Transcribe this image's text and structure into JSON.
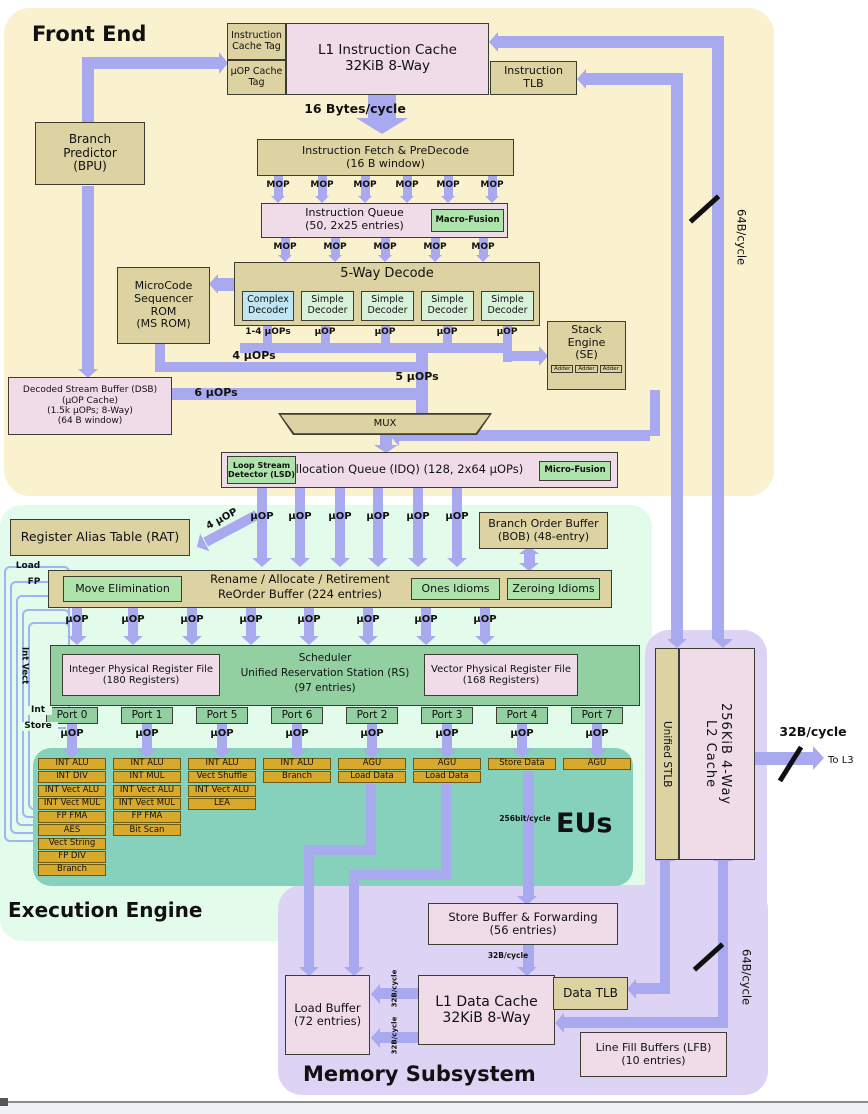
{
  "palette": {
    "front_end_bg": "#FAF1CE",
    "execution_bg": "#E2FBEA",
    "eus_bg": "#85D1BC",
    "memory_bg": "#DDD3F4",
    "tan": "#DCD2A2",
    "pink": "#F0DCE9",
    "green": "#AEE3AC",
    "blue": "#BFE6F2",
    "pale_green": "#D8F2DA",
    "scheduler_green": "#92D0A2",
    "gold": "#D9A92C",
    "arrow": "#A9A9EF"
  },
  "labels": {
    "mop": "MOP",
    "uop": "µOP"
  },
  "front_end": {
    "title": "Front End",
    "icache_tag": [
      "Instruction",
      "Cache Tag"
    ],
    "uop_cache_tag": [
      "µOP Cache",
      "Tag"
    ],
    "l1i": [
      "L1 Instruction Cache",
      "32KiB 8-Way"
    ],
    "itlb": [
      "Instruction",
      "TLB"
    ],
    "bytes16": "16 Bytes/cycle",
    "bpu": [
      "Branch",
      "Predictor",
      "(BPU)"
    ],
    "fetch": [
      "Instruction Fetch & PreDecode",
      "(16 B window)"
    ],
    "iq": [
      "Instruction Queue",
      "(50, 2x25 entries)"
    ],
    "macro_fusion": "Macro-Fusion",
    "decode": "5-Way Decode",
    "complex_decoder": [
      "Complex",
      "Decoder"
    ],
    "simple_decoder": [
      "Simple",
      "Decoder"
    ],
    "uops_1_4": "1-4 µOPs",
    "msrom": [
      "MicroCode",
      "Sequencer",
      "ROM",
      "(MS ROM)"
    ],
    "uops4": "4 µOPs",
    "uops5": "5 µOPs",
    "uops6": "6 µOPs",
    "dsb": [
      "Decoded Stream Buffer (DSB)",
      "(µOP Cache)",
      "(1.5k µOPs; 8-Way)",
      "(64 B window)"
    ],
    "mux": "MUX",
    "stack_engine": [
      "Stack",
      "Engine",
      "(SE)"
    ],
    "adder": "Adder",
    "lsd": [
      "Loop Stream",
      "Detector (LSD)"
    ],
    "idq": "Allocation Queue (IDQ) (128, 2x64 µOPs)",
    "micro_fusion": "Micro-Fusion"
  },
  "execution_engine": {
    "title": "Execution Engine",
    "rat": "Register Alias Table (RAT)",
    "uop4_diag": "4 µOP",
    "bob": [
      "Branch Order Buffer",
      "(BOB) (48-entry)"
    ],
    "move_elimination": "Move Elimination",
    "rename": [
      "Rename / Allocate / Retirement",
      "ReOrder Buffer (224 entries)"
    ],
    "ones_idioms": "Ones Idioms",
    "zeroing_idioms": "Zeroing Idioms",
    "int_prf": [
      "Integer Physical Register File",
      "(180 Registers)"
    ],
    "scheduler": [
      "Scheduler",
      "Unified Reservation Station (RS)",
      "(97 entries)"
    ],
    "vec_prf": [
      "Vector Physical Register File",
      "(168 Registers)"
    ],
    "ports": [
      "Port 0",
      "Port 1",
      "Port 5",
      "Port 6",
      "Port 2",
      "Port 3",
      "Port 4",
      "Port 7"
    ],
    "eu_columns": [
      [
        "INT ALU",
        "INT DIV",
        "INT Vect ALU",
        "INT Vect MUL",
        "FP FMA",
        "AES",
        "Vect String",
        "FP DIV",
        "Branch"
      ],
      [
        "INT ALU",
        "INT MUL",
        "INT Vect ALU",
        "INT Vect MUL",
        "FP FMA",
        "Bit Scan"
      ],
      [
        "INT ALU",
        "Vect Shuffle",
        "INT Vect ALU",
        "LEA"
      ],
      [
        "INT ALU",
        "Branch"
      ],
      [
        "AGU",
        "Load Data"
      ],
      [
        "AGU",
        "Load Data"
      ],
      [
        "Store Data"
      ],
      [
        "AGU"
      ]
    ],
    "eus_label": "EUs",
    "bw256": "256bit/cycle",
    "writeback": {
      "load": "Load",
      "fp": "FP",
      "int_vect": "Int Vect",
      "int": "Int",
      "store": "Store"
    }
  },
  "right": {
    "unified_stlb": "Unified STLB",
    "l2_line1": "L2 Cache",
    "l2_line2": "256KiB 4-Way",
    "bw32_l3": "32B/cycle",
    "to_l3": "To L3",
    "bw64_top": "64B/cycle",
    "bw64_bottom": "64B/cycle"
  },
  "memory": {
    "title": "Memory Subsystem",
    "store_buffer": [
      "Store Buffer & Forwarding",
      "(56 entries)"
    ],
    "bw32_small": "32B/cycle",
    "bw32_v1": "32B/cycle",
    "bw32_v2": "32B/cycle",
    "load_buffer": [
      "Load Buffer",
      "(72 entries)"
    ],
    "l1d": [
      "L1 Data Cache",
      "32KiB 8-Way"
    ],
    "dtlb": "Data TLB",
    "lfb": [
      "Line Fill Buffers (LFB)",
      "(10 entries)"
    ]
  }
}
